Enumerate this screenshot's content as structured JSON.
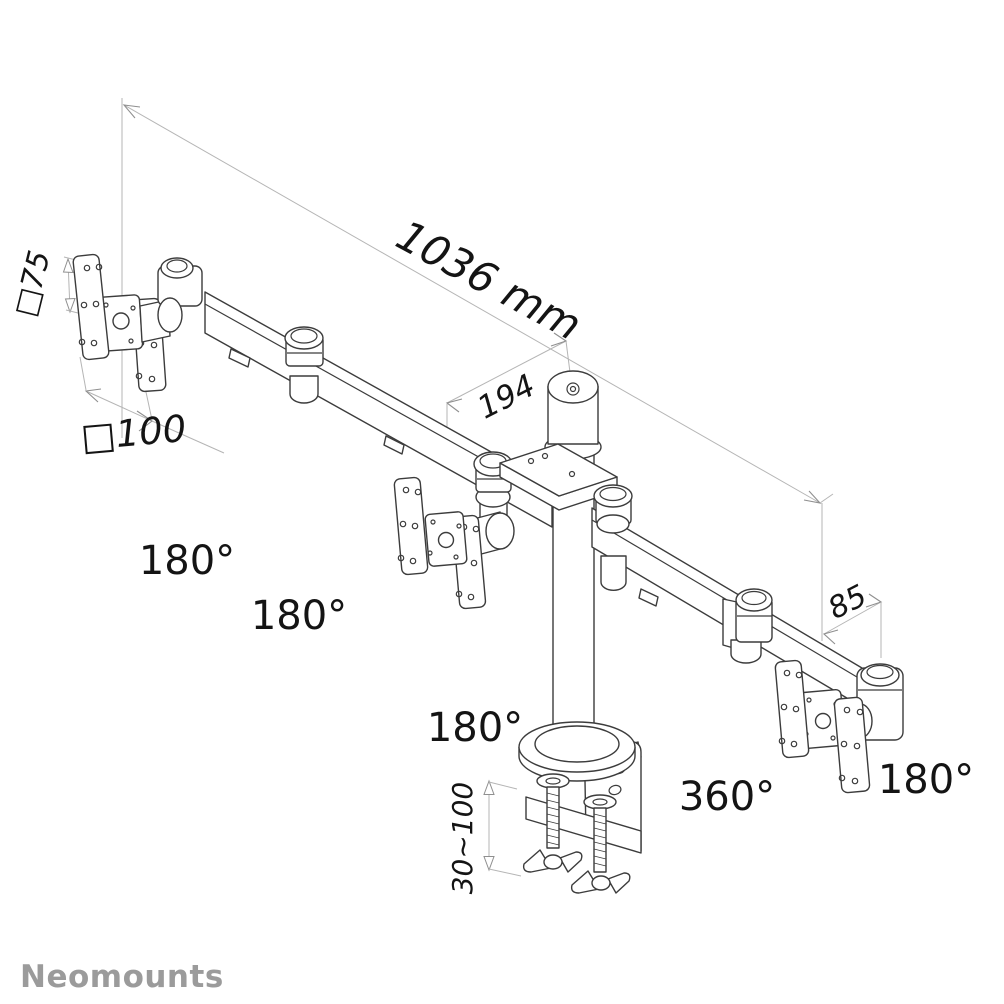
{
  "brand": "Neomounts",
  "dimensions": {
    "total_width": "1036 mm",
    "vesa_pattern_small": "□75",
    "vesa_pattern_large": "□100",
    "pole_offset": "194",
    "arm_extension": "85",
    "clamp_range": "30~100"
  },
  "rotations": {
    "left_outer_monitor": "180°",
    "left_inner_monitor": "180°",
    "center_monitor": "180°",
    "pole_swivel": "360°",
    "right_monitor": "180°"
  },
  "colors": {
    "structure_line": "#3c3c3c",
    "dimension_line": "#b5b5b5",
    "label_text": "#141414",
    "brand_text": "#9b9b9b",
    "background": "#ffffff"
  }
}
